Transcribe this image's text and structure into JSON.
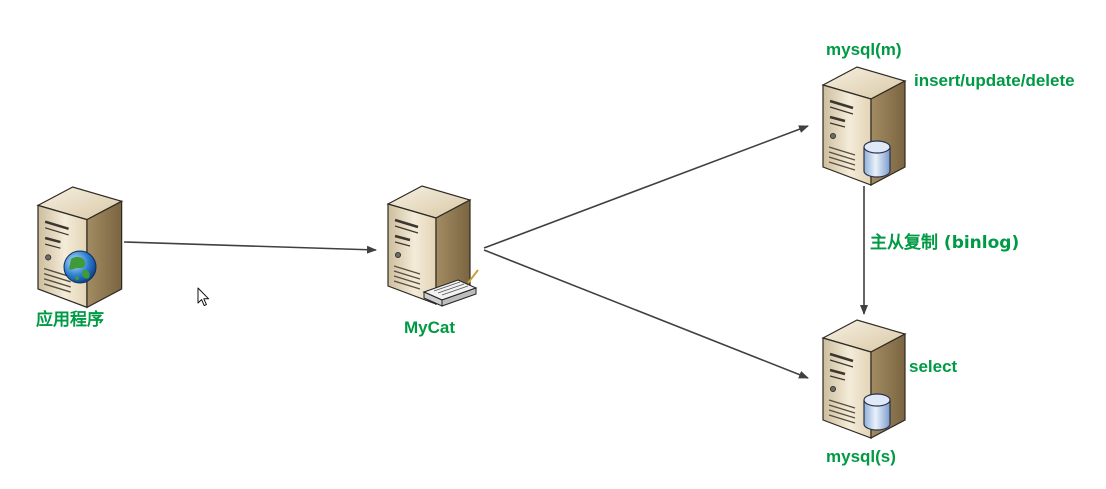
{
  "colors": {
    "label": "#009a44",
    "arrow": "#404040"
  },
  "nodes": {
    "app": {
      "label": "应用程序",
      "icon": "server-globe-icon"
    },
    "mycat": {
      "label": "MyCat",
      "icon": "server-router-icon"
    },
    "master": {
      "label": "mysql(m)",
      "op_label": "insert/update/delete",
      "icon": "server-database-icon"
    },
    "slave": {
      "label": "mysql(s)",
      "op_label": "select",
      "icon": "server-database-icon"
    }
  },
  "edges": {
    "replication_label": "主从复制 (binlog)"
  },
  "cursor": {
    "icon": "mouse-pointer-icon"
  }
}
